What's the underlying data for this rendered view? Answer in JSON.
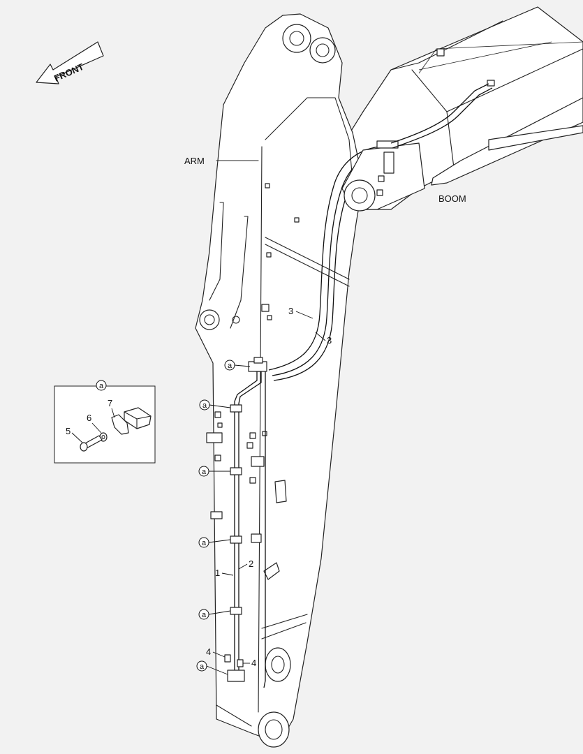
{
  "direction": {
    "label": "FRONT"
  },
  "components": {
    "arm": "ARM",
    "boom": "BOOM"
  },
  "part_numbers": {
    "p1": "1",
    "p2": "2",
    "p3a": "3",
    "p3b": "3",
    "p4a": "4",
    "p4b": "4",
    "p5": "5",
    "p6": "6",
    "p7": "7"
  },
  "detail_marker": "a",
  "callout_marker": "a"
}
